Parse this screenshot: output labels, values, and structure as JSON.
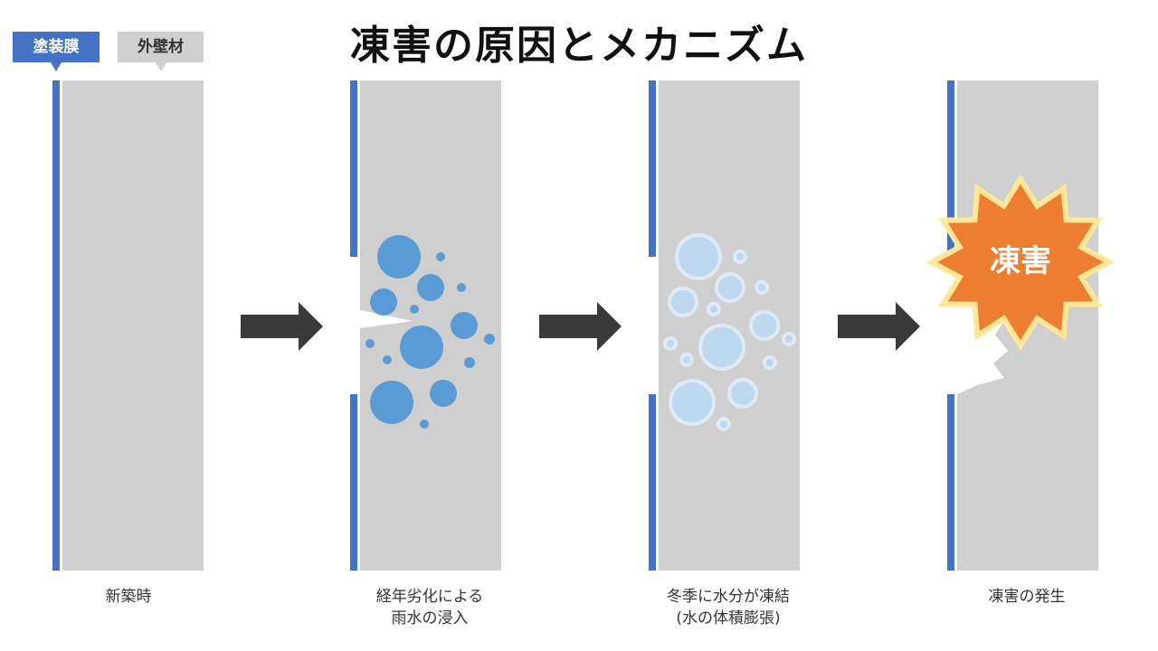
{
  "title": "凍害の原因とメカニズム",
  "labels": {
    "coating": "塗装膜",
    "wall": "外壁材"
  },
  "stages": [
    {
      "caption_line1": "新築時",
      "caption_line2": ""
    },
    {
      "caption_line1": "経年劣化による",
      "caption_line2": "雨水の浸入"
    },
    {
      "caption_line1": "冬季に水分が凍結",
      "caption_line2": "(水の体積膨張)"
    },
    {
      "caption_line1": "凍害の発生",
      "caption_line2": ""
    }
  ],
  "burst_label": "凍害",
  "colors": {
    "coating": "#4472c4",
    "wall": "#d0cfd0",
    "water": "#5b9bd5",
    "ice": "#bdd7ee",
    "arrow": "#3a3a3a",
    "burst": "#ed7d31",
    "burst_edge": "#ffe699"
  }
}
